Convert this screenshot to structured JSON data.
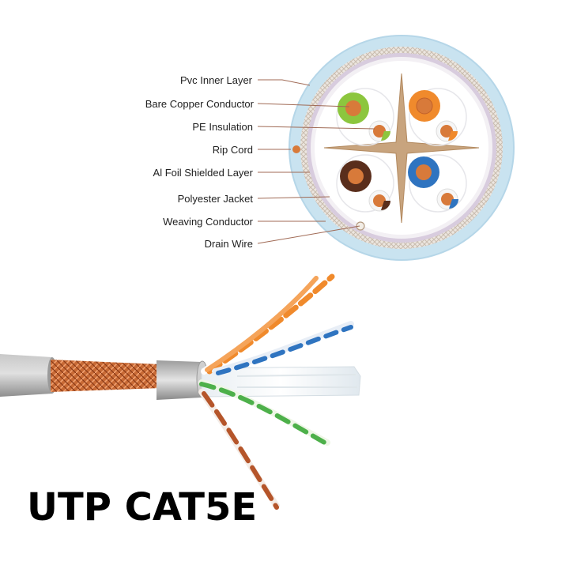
{
  "product": {
    "title": "UTP CAT5E"
  },
  "diagram": {
    "labels": [
      "Pvc Inner Layer",
      "Bare Copper Conductor",
      "PE Insulation",
      "Rip Cord",
      "Al Foil Shielded Layer",
      "Polyester Jacket",
      "Weaving Conductor",
      "Drain Wire"
    ]
  },
  "colors": {
    "outer_jacket": "#c9e3f0",
    "braid": "#d9cfc4",
    "foil": "#cfc3d8",
    "separator": "#c8a47e",
    "copper": "#d87a3a",
    "orange": "#f08a2c",
    "green": "#8cc63e",
    "brown": "#5a2e1c",
    "blue": "#2f74c0",
    "cable_gray": "#a8a8a8",
    "leader_line": "#a06a55"
  }
}
